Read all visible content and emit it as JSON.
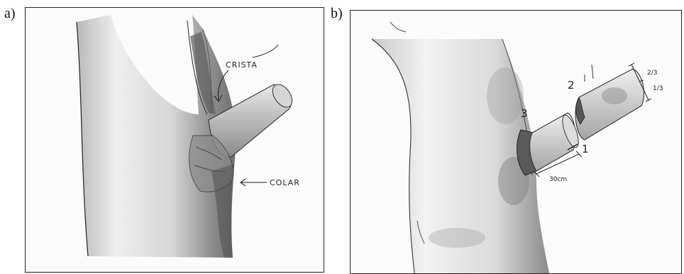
{
  "panel_a": {
    "letter": "a)",
    "labels": {
      "crest": "CRISTA",
      "collar": "COLAR"
    }
  },
  "panel_b": {
    "letter": "b)",
    "labels": {
      "cut_1": "1",
      "cut_2": "2",
      "cut_3": "3",
      "distance": "30cm",
      "upper_fraction": "2/3",
      "lower_fraction": "1/3"
    }
  },
  "colors": {
    "ink": "#222222",
    "shade": "#7a7a7a",
    "paper": "#fbfbfb"
  }
}
